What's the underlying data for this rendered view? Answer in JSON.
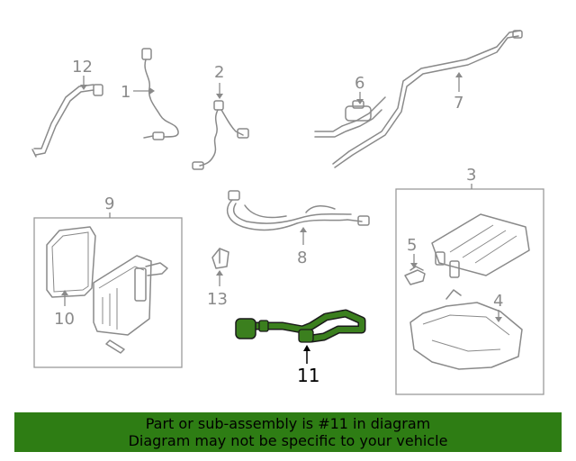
{
  "callouts": {
    "c1": "1",
    "c2": "2",
    "c3": "3",
    "c4": "4",
    "c5": "5",
    "c6": "6",
    "c7": "7",
    "c8": "8",
    "c9": "9",
    "c10": "10",
    "c11": "11",
    "c12": "12",
    "c13": "13"
  },
  "highlighted_part": "11",
  "colors": {
    "banner": "#2e7d14",
    "highlight": "#3b7f1e",
    "line": "#8a8a8a"
  },
  "banner": {
    "line1": "Part or sub-assembly is #11 in diagram",
    "line2": "Diagram may not be specific to your vehicle"
  }
}
